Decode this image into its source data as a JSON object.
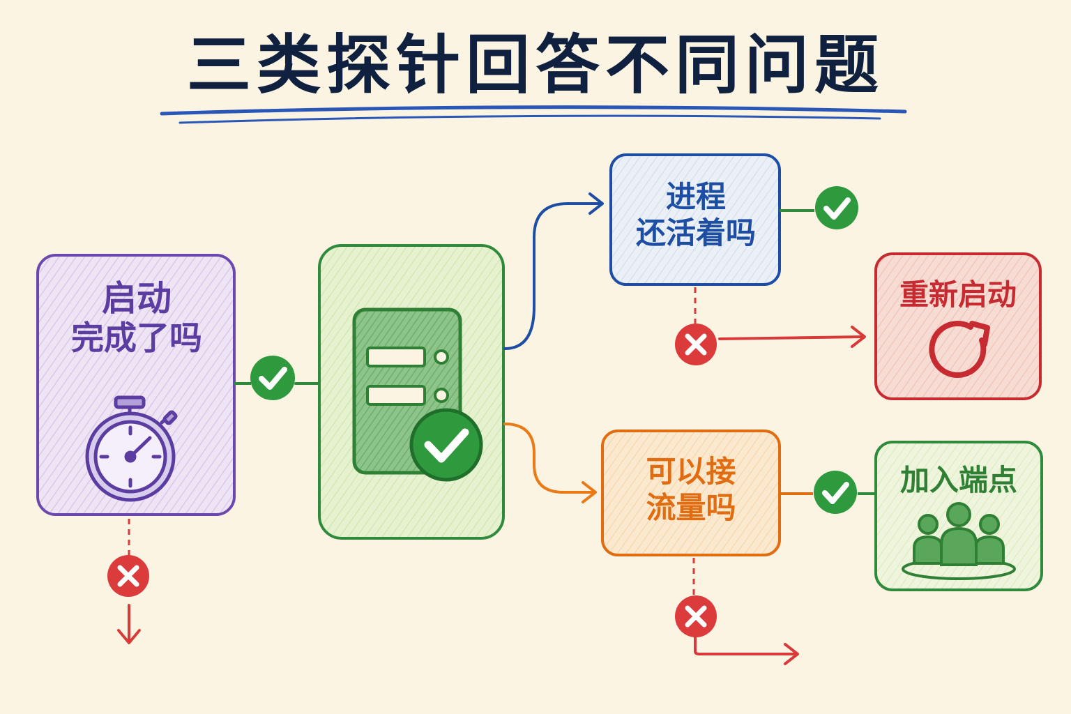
{
  "title": "三类探针回答不同问题",
  "startup_probe": {
    "line1": "启动",
    "line2": "完成了吗",
    "icon": "stopwatch-icon",
    "color": "#5b3ca1"
  },
  "liveness_probe": {
    "line1": "进程",
    "line2": "还活着吗",
    "color": "#1d4ea3"
  },
  "readiness_probe": {
    "line1": "可以接",
    "line2": "流量吗",
    "color": "#e06d12"
  },
  "restart_box": {
    "label": "重新启动",
    "icon": "restart-icon",
    "color": "#c72b32"
  },
  "endpoint_box": {
    "label": "加入端点",
    "icon": "users-icon",
    "color": "#2f7f34"
  },
  "container": {
    "icon": "server-check-icon",
    "color": "#2f8a3c"
  }
}
